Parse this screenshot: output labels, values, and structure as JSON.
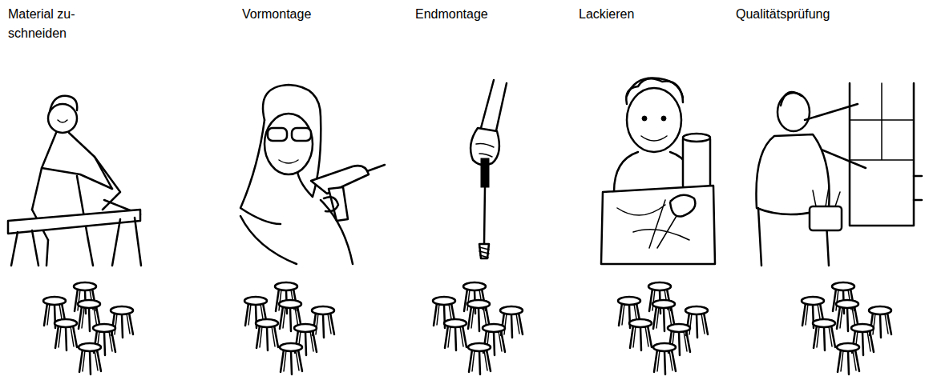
{
  "diagram": {
    "labels": [
      "Material zu- schneiden",
      "Vormontage",
      "Endmontage",
      "Lackieren",
      "Qualitätsprüfung"
    ]
  }
}
